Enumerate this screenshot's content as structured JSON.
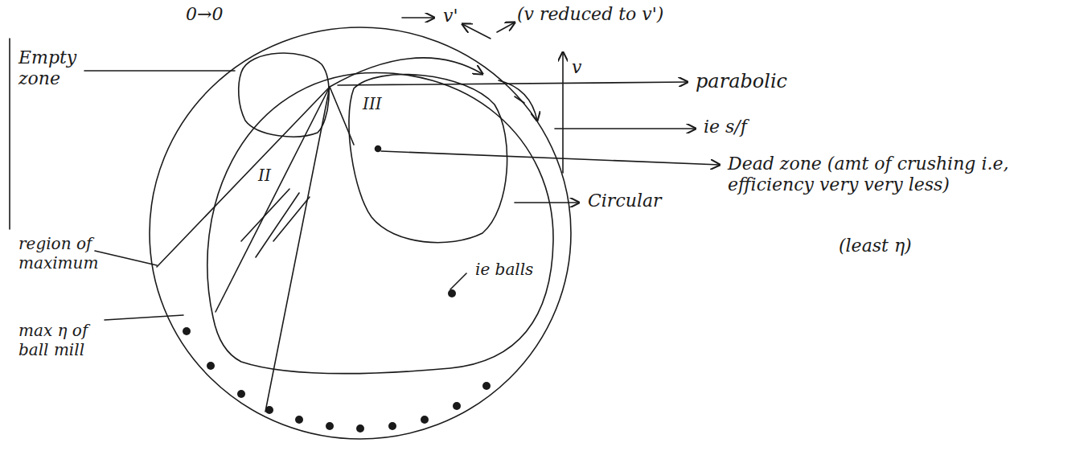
{
  "diagram": {
    "labels": [
      "0→0",
      "v'",
      "(v reduced to v')",
      "v",
      "Empty zone",
      "parabolic",
      "ie s/f",
      "III",
      "II",
      "Dead zone (amt of crushing i.e, efficiency very very less)",
      "(least η)",
      "Circular",
      "region of maximum",
      "max η of ball mill",
      "ie balls"
    ]
  }
}
